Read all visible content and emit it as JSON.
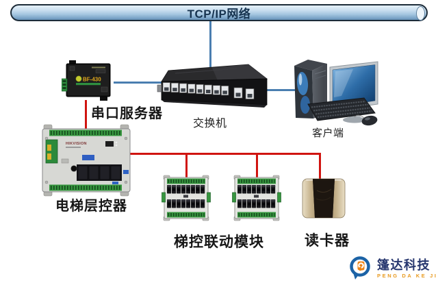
{
  "network_bar": {
    "label": "TCP/IP网络"
  },
  "devices": {
    "serial_server": {
      "model": "BF-430",
      "label": "串口服务器"
    },
    "switch": {
      "label": "交换机"
    },
    "client": {
      "label": "客户端"
    },
    "elevator_controller": {
      "brand": "HIKVISION",
      "label": "电梯层控器"
    },
    "linkage_module": {
      "label": "梯控联动模块",
      "count": 2
    },
    "card_reader": {
      "label": "读卡器"
    }
  },
  "connections": [
    {
      "from": "tcpip-network",
      "to": "switch",
      "color": "#4a7eb0"
    },
    {
      "from": "switch",
      "to": "serial-server",
      "color": "#4a7eb0"
    },
    {
      "from": "switch",
      "to": "client",
      "color": "#4a7eb0"
    },
    {
      "from": "serial-server",
      "to": "elevator-controller",
      "color": "#d01410"
    },
    {
      "from": "elevator-controller",
      "to": "linkage-module-1",
      "color": "#d01410"
    },
    {
      "from": "elevator-controller",
      "to": "linkage-module-2",
      "color": "#d01410"
    },
    {
      "from": "elevator-controller",
      "to": "card-reader",
      "color": "#d01410"
    }
  ],
  "branding": {
    "company": "篷达科技",
    "romanized": "PENG DA KE JI"
  },
  "colors": {
    "network_line": "#4a7eb0",
    "serial_line": "#d01410",
    "bar_border": "#1d2c39",
    "bar_fill_top": "#e6f1f9",
    "bar_fill_bottom": "#648fb4",
    "label_text": "#161616",
    "logo_text": "#26366e",
    "logo_accent": "#e89a1f"
  }
}
